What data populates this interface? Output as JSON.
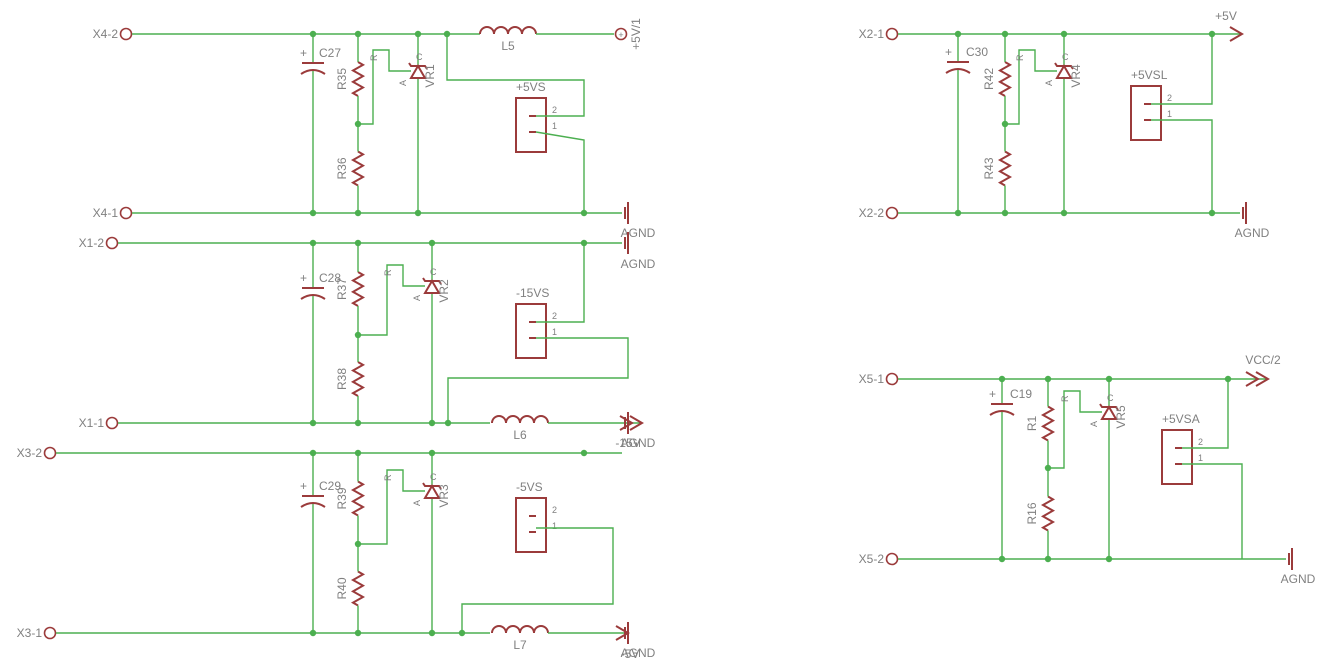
{
  "colors": {
    "wire": "#4caf50",
    "part": "#9b3b3b",
    "text": "#808080",
    "background": "#ffffff"
  },
  "circuits": [
    {
      "id": "sect1",
      "input_top": "X4-2",
      "input_bottom": "X4-1",
      "capacitor": "C27",
      "cap_polarity": "+",
      "resistor_top": "R35",
      "resistor_bottom": "R36",
      "regulator": "VR1",
      "reg_pin_r": "R",
      "reg_pin_a": "A",
      "reg_pin_c": "C",
      "inductor": "L5",
      "supply": "+5V/1",
      "supply_pin": "+",
      "connector": "+5VS",
      "conn_pin2": "2",
      "conn_pin1": "1",
      "ground": "AGND"
    },
    {
      "id": "sect2",
      "input_top": "X1-2",
      "input_bottom": "X1-1",
      "capacitor": "C28",
      "cap_polarity": "+",
      "resistor_top": "R37",
      "resistor_bottom": "R38",
      "regulator": "VR2",
      "reg_pin_r": "R",
      "reg_pin_a": "A",
      "reg_pin_c": "C",
      "inductor": "L6",
      "supply": "-15V",
      "connector": "-15VS",
      "conn_pin2": "2",
      "conn_pin1": "1",
      "ground": "AGND"
    },
    {
      "id": "sect3",
      "input_top": "X3-2",
      "input_bottom": "X3-1",
      "capacitor": "C29",
      "cap_polarity": "+",
      "resistor_top": "R39",
      "resistor_bottom": "R40",
      "regulator": "VR3",
      "reg_pin_r": "R",
      "reg_pin_a": "A",
      "reg_pin_c": "C",
      "inductor": "L7",
      "supply": "-5V",
      "connector": "-5VS",
      "conn_pin2": "2",
      "conn_pin1": "1",
      "ground": "AGND"
    },
    {
      "id": "sect4",
      "input_top": "X2-1",
      "input_bottom": "X2-2",
      "capacitor": "C30",
      "cap_polarity": "+",
      "resistor_top": "R42",
      "resistor_bottom": "R43",
      "regulator": "VR4",
      "reg_pin_r": "R",
      "reg_pin_a": "A",
      "reg_pin_c": "C",
      "supply": "+5V",
      "connector": "+5VSL",
      "conn_pin2": "2",
      "conn_pin1": "1",
      "ground": "AGND"
    },
    {
      "id": "sect5",
      "input_top": "X5-1",
      "input_bottom": "X5-2",
      "capacitor": "C19",
      "cap_polarity": "+",
      "resistor_top": "R1",
      "resistor_bottom": "R16",
      "regulator": "VR5",
      "reg_pin_r": "R",
      "reg_pin_a": "A",
      "reg_pin_c": "C",
      "supply": "VCC/2",
      "connector": "+5VSA",
      "conn_pin2": "2",
      "conn_pin1": "1",
      "ground": "AGND"
    }
  ]
}
